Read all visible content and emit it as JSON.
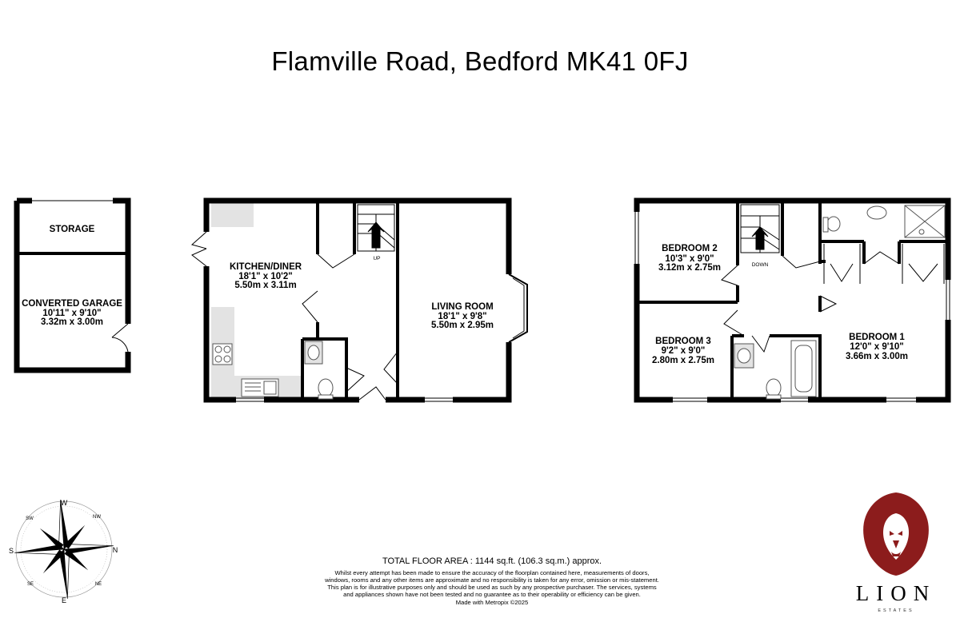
{
  "title": "Flamville Road, Bedford MK41 0FJ",
  "rooms": {
    "storage": {
      "name": "STORAGE"
    },
    "garage": {
      "name": "CONVERTED GARAGE",
      "imperial": "10'11\"  x 9'10\"",
      "metric": "3.32m  x 3.00m"
    },
    "kitchen": {
      "name": "KITCHEN/DINER",
      "imperial": "18'1\"  x 10'2\"",
      "metric": "5.50m  x 3.11m"
    },
    "living": {
      "name": "LIVING ROOM",
      "imperial": "18'1\"  x 9'8\"",
      "metric": "5.50m  x 2.95m"
    },
    "bedroom2": {
      "name": "BEDROOM 2",
      "imperial": "10'3\"  x 9'0\"",
      "metric": "3.12m  x 2.75m"
    },
    "bedroom3": {
      "name": "BEDROOM 3",
      "imperial": "9'2\"  x 9'0\"",
      "metric": "2.80m  x 2.75m"
    },
    "bedroom1": {
      "name": "BEDROOM 1",
      "imperial": "12'0\"  x 9'10\"",
      "metric": "3.66m  x 3.00m"
    }
  },
  "stairs": {
    "up": "UP",
    "down": "DOWN"
  },
  "footer": {
    "total": "TOTAL FLOOR AREA : 1144 sq.ft. (106.3 sq.m.) approx.",
    "disclaimer": "Whilst every attempt has been made to ensure the accuracy of the floorplan contained here, measurements of doors, windows, rooms and any other items are approximate and no responsibility is taken for any error, omission or mis-statement. This plan is for illustrative purposes only and should be used as such by any prospective purchaser. The services, systems and appliances shown have not been tested and no guarantee as to their operability or efficiency can be given.",
    "made_with": "Made with Metropix ©2025"
  },
  "brand": {
    "name": "LION",
    "sub": "ESTATES",
    "color": "#8c1c1c"
  },
  "compass": {
    "n": "N",
    "s": "S",
    "e": "E",
    "w": "W",
    "nw": "NW",
    "ne": "NE",
    "sw": "SW",
    "se": "SE"
  },
  "colors": {
    "wall": "#000000",
    "fixture": "#e3e3e3"
  }
}
